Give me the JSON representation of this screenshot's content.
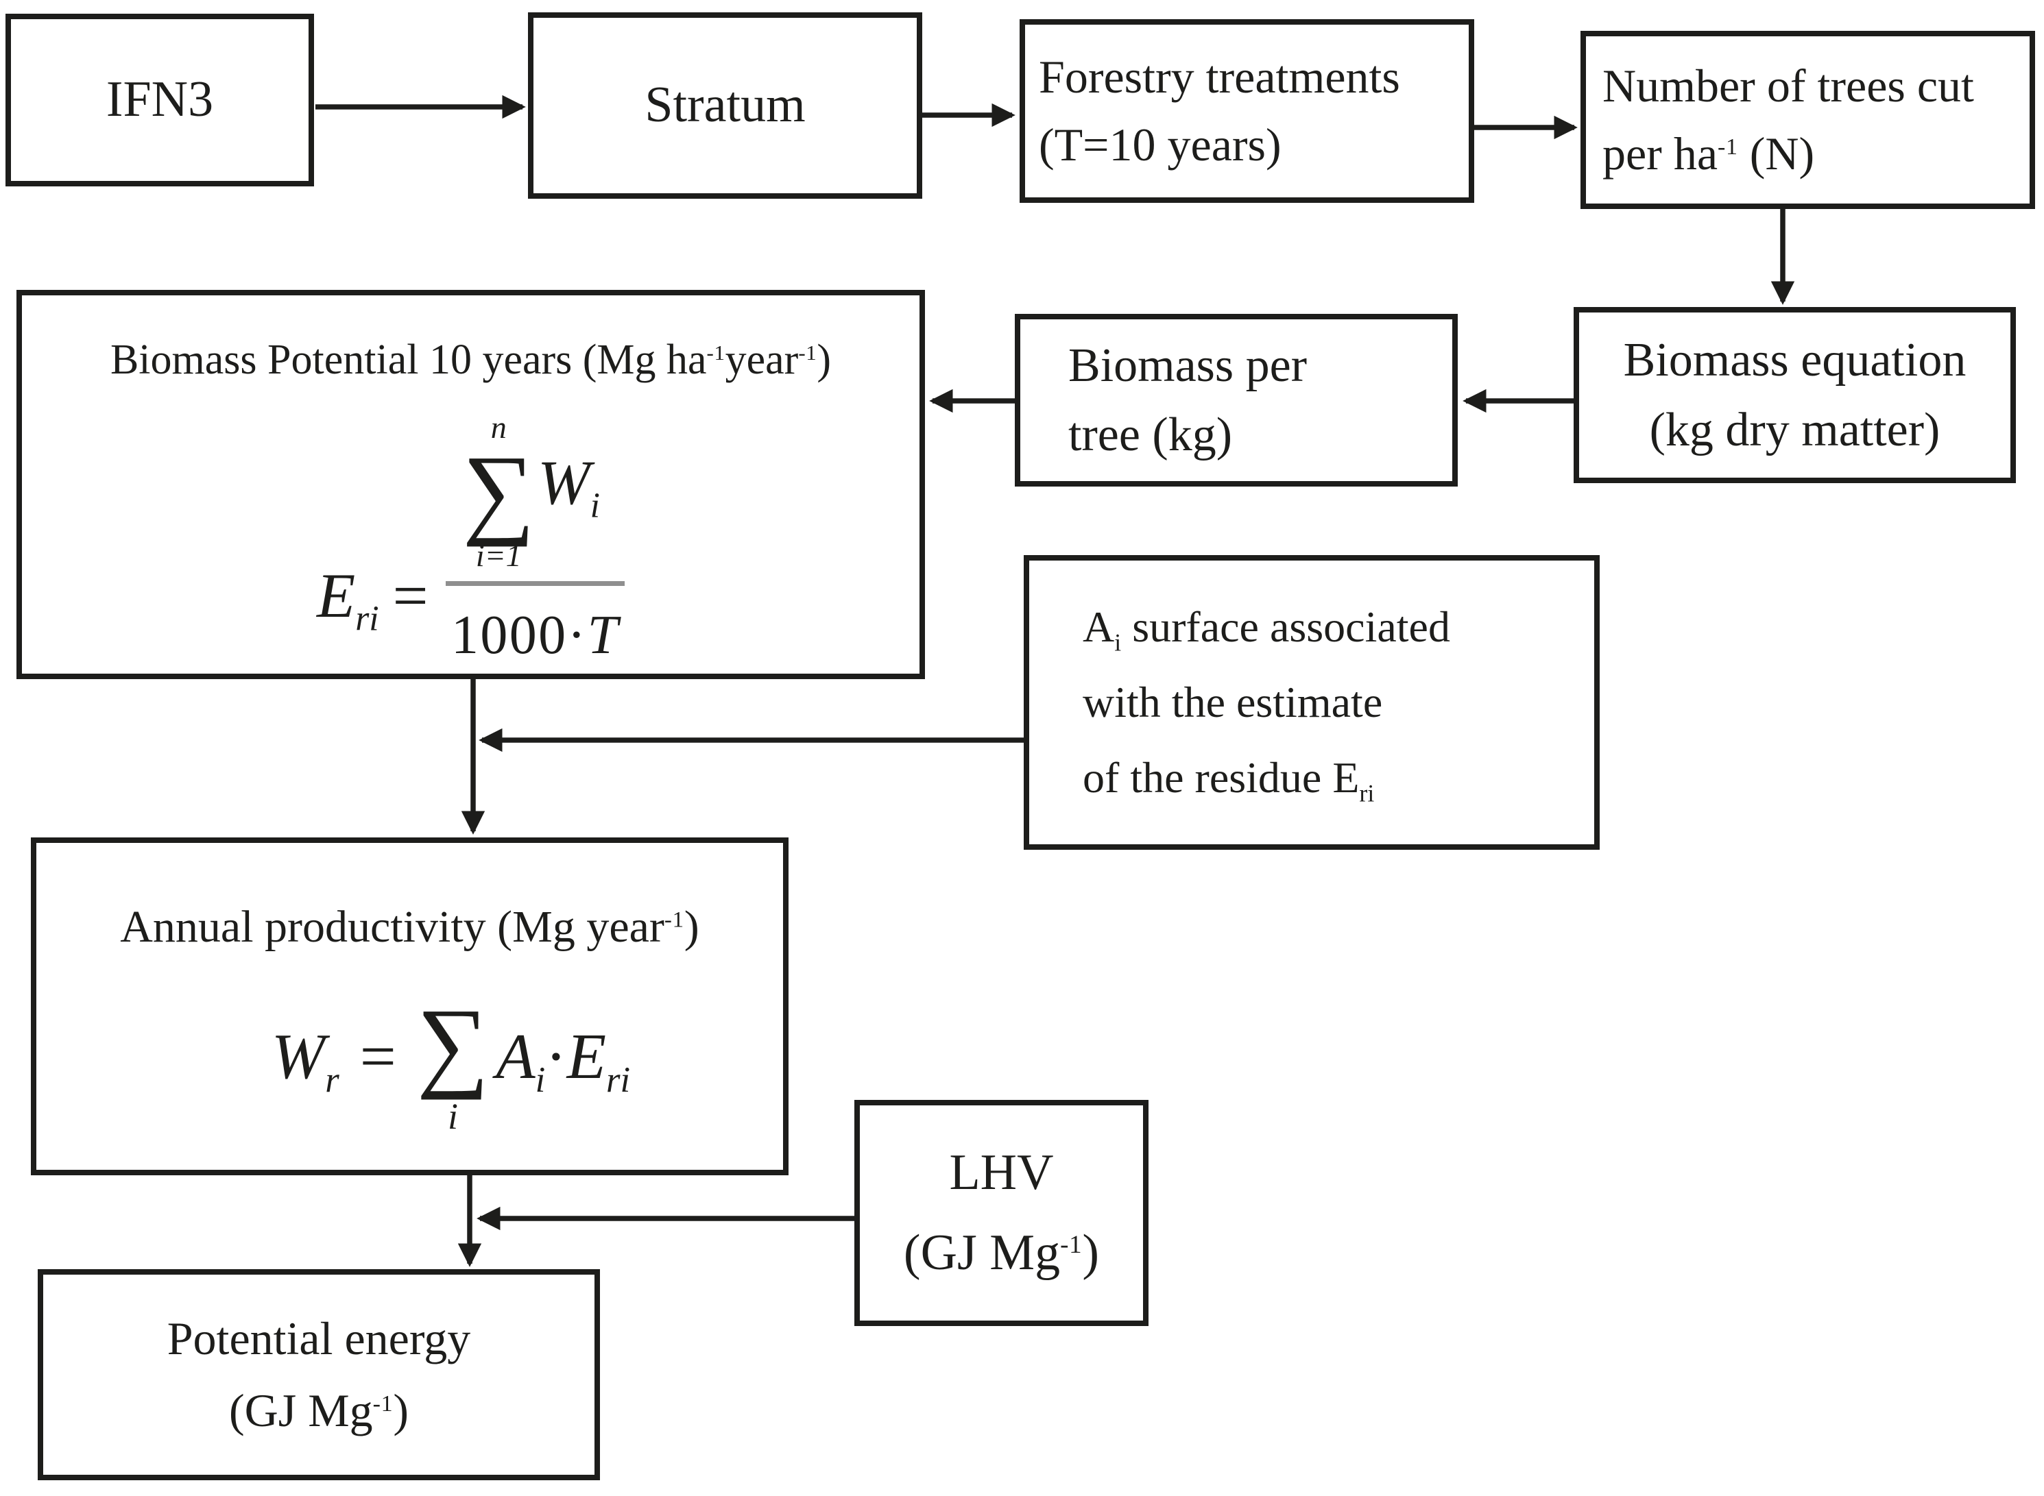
{
  "colors": {
    "ink": "#1d1d1b",
    "fraction_bar": "#8f8f8f",
    "background": "#ffffff"
  },
  "boxes": {
    "ifn3": {
      "label": "IFN3"
    },
    "stratum": {
      "label": "Stratum"
    },
    "forestry": {
      "line1": "Forestry treatments",
      "line2": "(T=10 years)"
    },
    "trees_cut": {
      "line1": "Number of trees cut",
      "line2_pre": "per ha",
      "line2_sup": "-1",
      "line2_post": " (N)"
    },
    "biomass_potential": {
      "title_pre": "Biomass Potential 10 years  (Mg ha",
      "title_sup1": "-1",
      "title_mid": "year",
      "title_sup2": "-1",
      "title_post": ")",
      "formula": {
        "lhs": "E",
        "lhs_sub": "ri",
        "eq": "=",
        "sum_top": "n",
        "sigma": "∑",
        "sum_bot": "i=1",
        "num_base": "W",
        "num_sub": "i",
        "den_num": "1000",
        "den_dot": "·",
        "den_var": "T"
      }
    },
    "biomass_per_tree": {
      "line1": "Biomass per",
      "line2": "tree (kg)"
    },
    "biomass_equation": {
      "line1": "Biomass equation",
      "line2": "(kg dry matter)"
    },
    "surface": {
      "line1_base": "A",
      "line1_sub": "i",
      "line1_rest": " surface associated",
      "line2": "with the estimate",
      "line3_pre": "of the residue E",
      "line3_sub": "ri"
    },
    "annual_productivity": {
      "title_pre": "Annual productivity (Mg year",
      "title_sup": "-1",
      "title_post": ")",
      "formula": {
        "lhs": "W",
        "lhs_sub": "r",
        "eq": "=",
        "sigma": "∑",
        "sum_bot": "i",
        "t1": "A",
        "t1_sub": "i",
        "dot": "·",
        "t2": "E",
        "t2_sub": "ri"
      }
    },
    "lhv": {
      "line1": "LHV",
      "line2_pre": "(GJ Mg",
      "line2_sup": "-1",
      "line2_post": ")"
    },
    "potential_energy": {
      "line1": "Potential energy",
      "line2_pre": "(GJ Mg",
      "line2_sup": "-1",
      "line2_post": ")"
    }
  }
}
